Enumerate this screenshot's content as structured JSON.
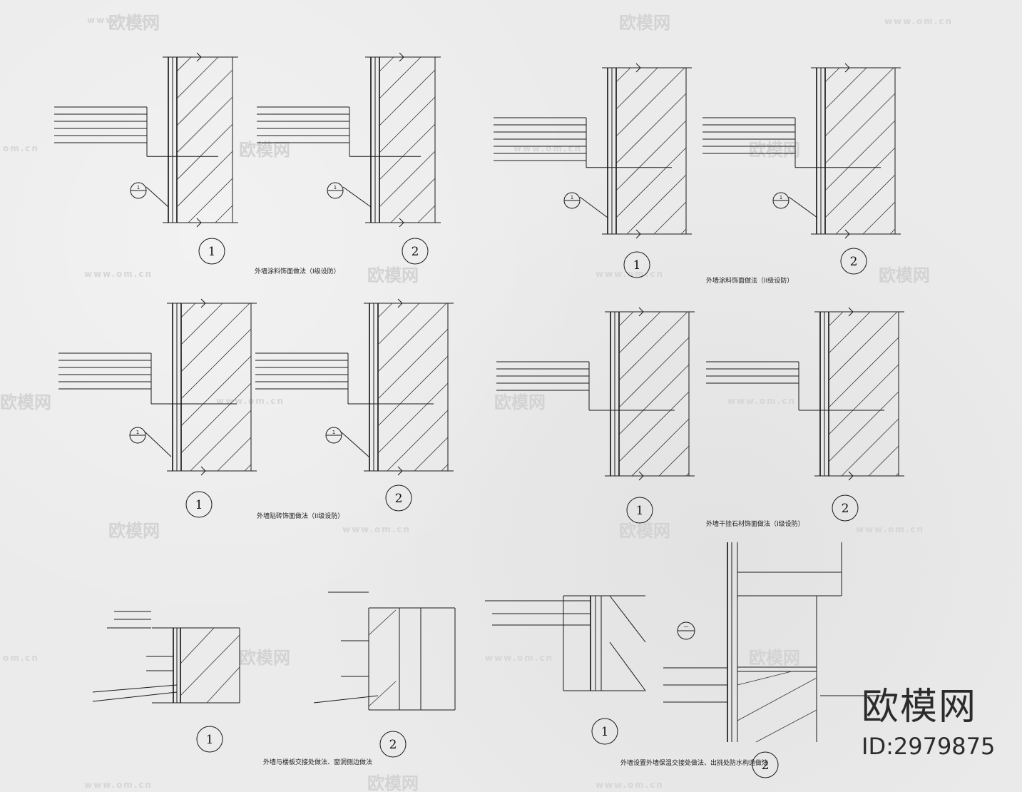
{
  "watermark": {
    "brand": "欧模网",
    "url": "www.om.cn",
    "url_short": "om.cn"
  },
  "brand_mark": {
    "name": "欧模网",
    "id": "ID:2979875"
  },
  "captions": {
    "row1_left": "外墙涂料饰面做法（I级设防）",
    "row1_right": "外墙涂料饰面做法（II级设防）",
    "row2_left": "外墙贴砖饰面做法（II级设防）",
    "row2_right": "外墙干挂石材饰面做法（I级设防）",
    "row3_left": "外墙与楼板交接处做法、窗洞侧边做法",
    "row3_right": "外墙设置外墙保温交接处做法、出挑处防水构造做法"
  },
  "detail_numbers": [
    "1",
    "2"
  ],
  "callouts": [
    "1",
    "一"
  ]
}
